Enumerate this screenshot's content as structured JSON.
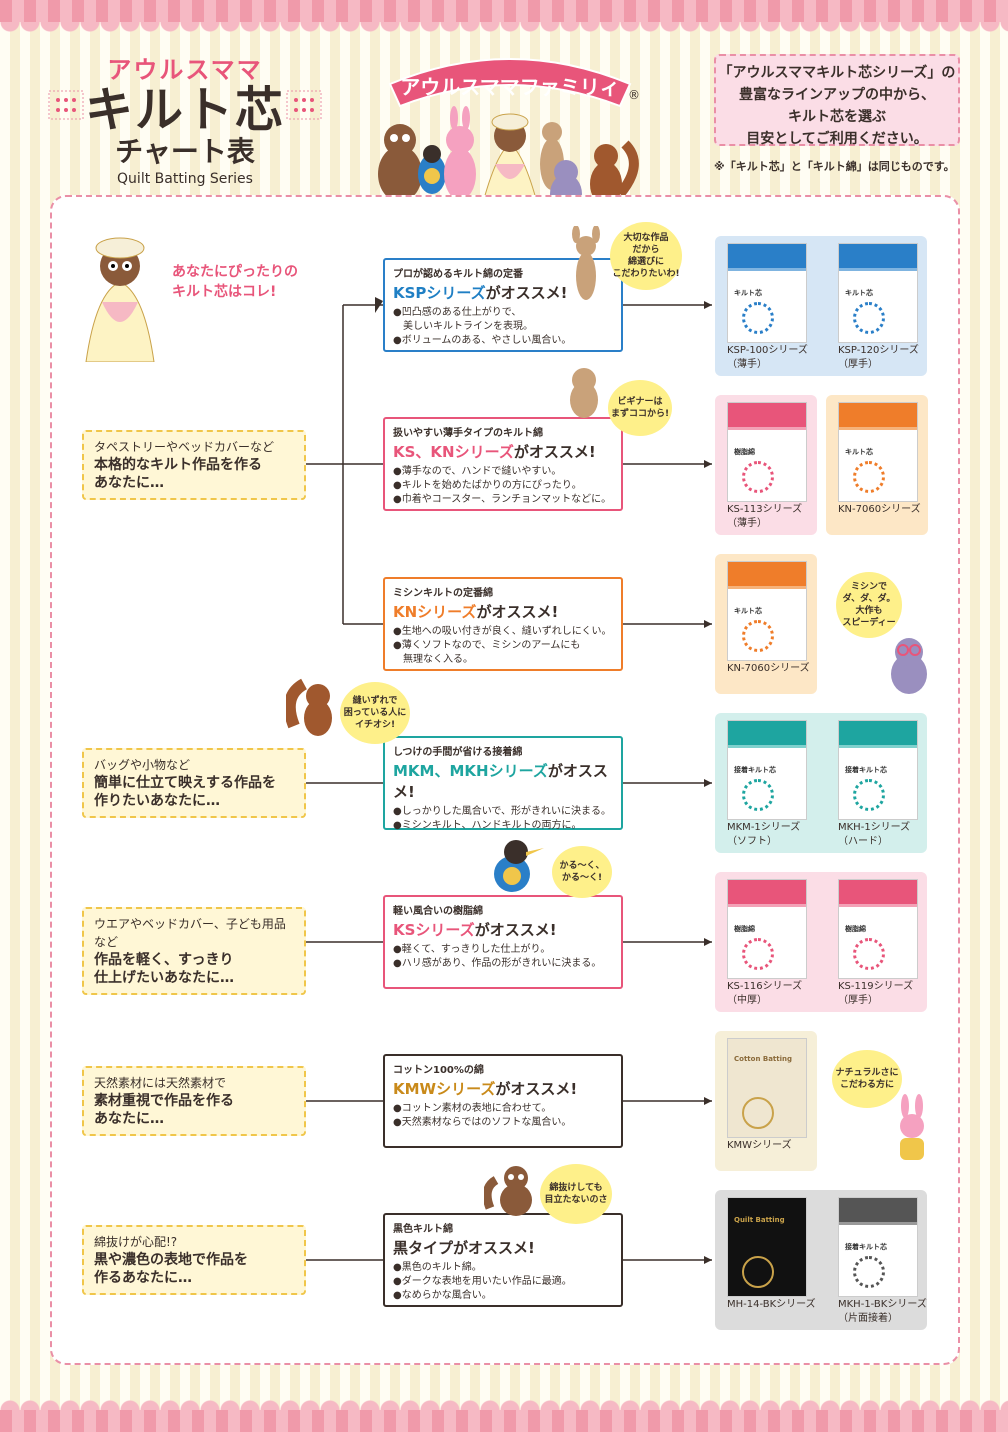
{
  "header": {
    "subtitle": "アウルスママ",
    "title": "キルト芯",
    "title2": "チャート表",
    "title_en": "Quilt Batting Series",
    "logo": "アウルスママファミリィ",
    "logo_mark": "®"
  },
  "note": {
    "line1": "「アウルスママキルト芯シリーズ」の",
    "line2": "豊富なラインアップの中から、",
    "line3": "キルト芯を選ぶ",
    "line4": "目安としてご利用ください。",
    "small": "※「キルト芯」と「キルト綿」は同じものです。"
  },
  "intro": {
    "line1": "あなたにぴったりの",
    "line2": "キルト芯はコレ!"
  },
  "questions": [
    {
      "l1": "タペストリーやベッドカバーなど",
      "l2": "本格的なキルト作品を作る",
      "l3": "あなたに…"
    },
    {
      "l1": "バッグや小物など",
      "l2": "簡単に仕立て映えする作品を",
      "l3": "作りたいあなたに…"
    },
    {
      "l1": "ウエアやベッドカバー、子ども用品など",
      "l2": "作品を軽く、すっきり",
      "l3": "仕上げたいあなたに…"
    },
    {
      "l1": "天然素材には天然素材で",
      "l2": "素材重視で作品を作る",
      "l3": "あなたに…"
    },
    {
      "l1": "綿抜けが心配!?",
      "l2": "黒や濃色の表地で作品を",
      "l3": "作るあなたに…"
    }
  ],
  "recs": [
    {
      "cat": "プロが認めるキルト綿の定番",
      "series": "KSPシリーズ",
      "suffix": "がオススメ!",
      "color": "#1f7fc4",
      "p1": "●凹凸感のある仕上がりで、",
      "p2": "　美しいキルトラインを表現。",
      "p3": "●ボリュームのある、やさしい風合い。"
    },
    {
      "cat": "扱いやすい薄手タイプのキルト綿",
      "series": "KS、KNシリーズ",
      "suffix": "がオススメ!",
      "color": "#e8557a",
      "p1": "●薄手なので、ハンドで縫いやすい。",
      "p2": "●キルトを始めたばかりの方にぴったり。",
      "p3": "●巾着やコースター、ランチョンマットなどに。"
    },
    {
      "cat": "ミシンキルトの定番綿",
      "series": "KNシリーズ",
      "suffix": "がオススメ!",
      "color": "#ef7d2a",
      "p1": "●生地への吸い付きが良く、縫いずれしにくい。",
      "p2": "●薄くソフトなので、ミシンのアームにも",
      "p3": "　無理なく入る。"
    },
    {
      "cat": "しつけの手間が省ける接着綿",
      "series": "MKM、MKHシリーズ",
      "suffix": "がオススメ!",
      "color": "#1ea5a0",
      "p1": "●しっかりした風合いで、形がきれいに決まる。",
      "p2": "●ミシンキルト、ハンドキルトの両方に。",
      "p3": ""
    },
    {
      "cat": "軽い風合いの樹脂綿",
      "series": "KSシリーズ",
      "suffix": "がオススメ!",
      "color": "#e8557a",
      "p1": "●軽くて、すっきりした仕上がり。",
      "p2": "●ハリ感があり、作品の形がきれいに決まる。",
      "p3": ""
    },
    {
      "cat": "コットン100%の綿",
      "series": "KMWシリーズ",
      "suffix": "がオススメ!",
      "color": "#c98a1a",
      "p1": "●コットン素材の表地に合わせて。",
      "p2": "●天然素材ならではのソフトな風合い。",
      "p3": ""
    },
    {
      "cat": "黒色キルト綿",
      "series": "黒タイプ",
      "suffix": "がオススメ!",
      "color": "#3a2f2a",
      "p1": "●黒色のキルト綿。",
      "p2": "●ダークな表地を用いたい作品に最適。",
      "p3": "●なめらかな風合い。"
    }
  ],
  "products": [
    {
      "name": "KSP-100シリーズ",
      "sub": "（薄手）",
      "pkg_label": "キルト芯",
      "band": "#2a7fc8"
    },
    {
      "name": "KSP-120シリーズ",
      "sub": "（厚手）",
      "pkg_label": "キルト芯",
      "band": "#2a7fc8"
    },
    {
      "name": "KS-113シリーズ",
      "sub": "（薄手）",
      "pkg_label": "樹脂綿",
      "band": "#e8557a"
    },
    {
      "name": "KN-7060シリーズ",
      "sub": "",
      "pkg_label": "キルト芯",
      "band": "#ef7d2a"
    },
    {
      "name": "KN-7060シリーズ",
      "sub": "",
      "pkg_label": "キルト芯",
      "band": "#ef7d2a"
    },
    {
      "name": "MKM-1シリーズ",
      "sub": "（ソフト）",
      "pkg_label": "接着キルト芯",
      "band": "#1ea5a0"
    },
    {
      "name": "MKH-1シリーズ",
      "sub": "（ハード）",
      "pkg_label": "接着キルト芯",
      "band": "#1ea5a0"
    },
    {
      "name": "KS-116シリーズ",
      "sub": "（中厚）",
      "pkg_label": "樹脂綿",
      "band": "#e8557a"
    },
    {
      "name": "KS-119シリーズ",
      "sub": "（厚手）",
      "pkg_label": "樹脂綿",
      "band": "#e8557a"
    },
    {
      "name": "KMWシリーズ",
      "sub": "",
      "pkg_label": "Cotton Batting",
      "band": "#efe6d0"
    },
    {
      "name": "MH-14-BKシリーズ",
      "sub": "",
      "pkg_label": "Quilt Batting",
      "band": "#111111"
    },
    {
      "name": "MKH-1-BKシリーズ",
      "sub": "（片面接着）",
      "pkg_label": "接着キルト芯",
      "band": "#555555"
    }
  ],
  "bubbles": [
    {
      "l1": "大切な作品",
      "l2": "だから",
      "l3": "綿選びに",
      "l4": "こだわりたいわ!"
    },
    {
      "l1": "ビギナーは",
      "l2": "まずココから!",
      "l3": "",
      "l4": ""
    },
    {
      "l1": "ミシンで",
      "l2": "ダ、ダ、ダ。",
      "l3": "大作も",
      "l4": "スピーディー"
    },
    {
      "l1": "縫いずれで",
      "l2": "困っている人に",
      "l3": "イチオシ!",
      "l4": ""
    },
    {
      "l1": "かる〜く、",
      "l2": "かる〜く!",
      "l3": "",
      "l4": ""
    },
    {
      "l1": "ナチュラルさに",
      "l2": "こだわる方に",
      "l3": "",
      "l4": ""
    },
    {
      "l1": "綿抜けしても",
      "l2": "目立たないのさ",
      "l3": "",
      "l4": ""
    }
  ],
  "colors": {
    "pink": "#e8557a",
    "blue_panel": "#d6e6f5",
    "pink_panel": "#fbdde6",
    "orange_panel": "#fde7c6",
    "teal_panel": "#d3efec",
    "cream_panel": "#f6efd8",
    "gray_panel": "#dcdcdc"
  }
}
